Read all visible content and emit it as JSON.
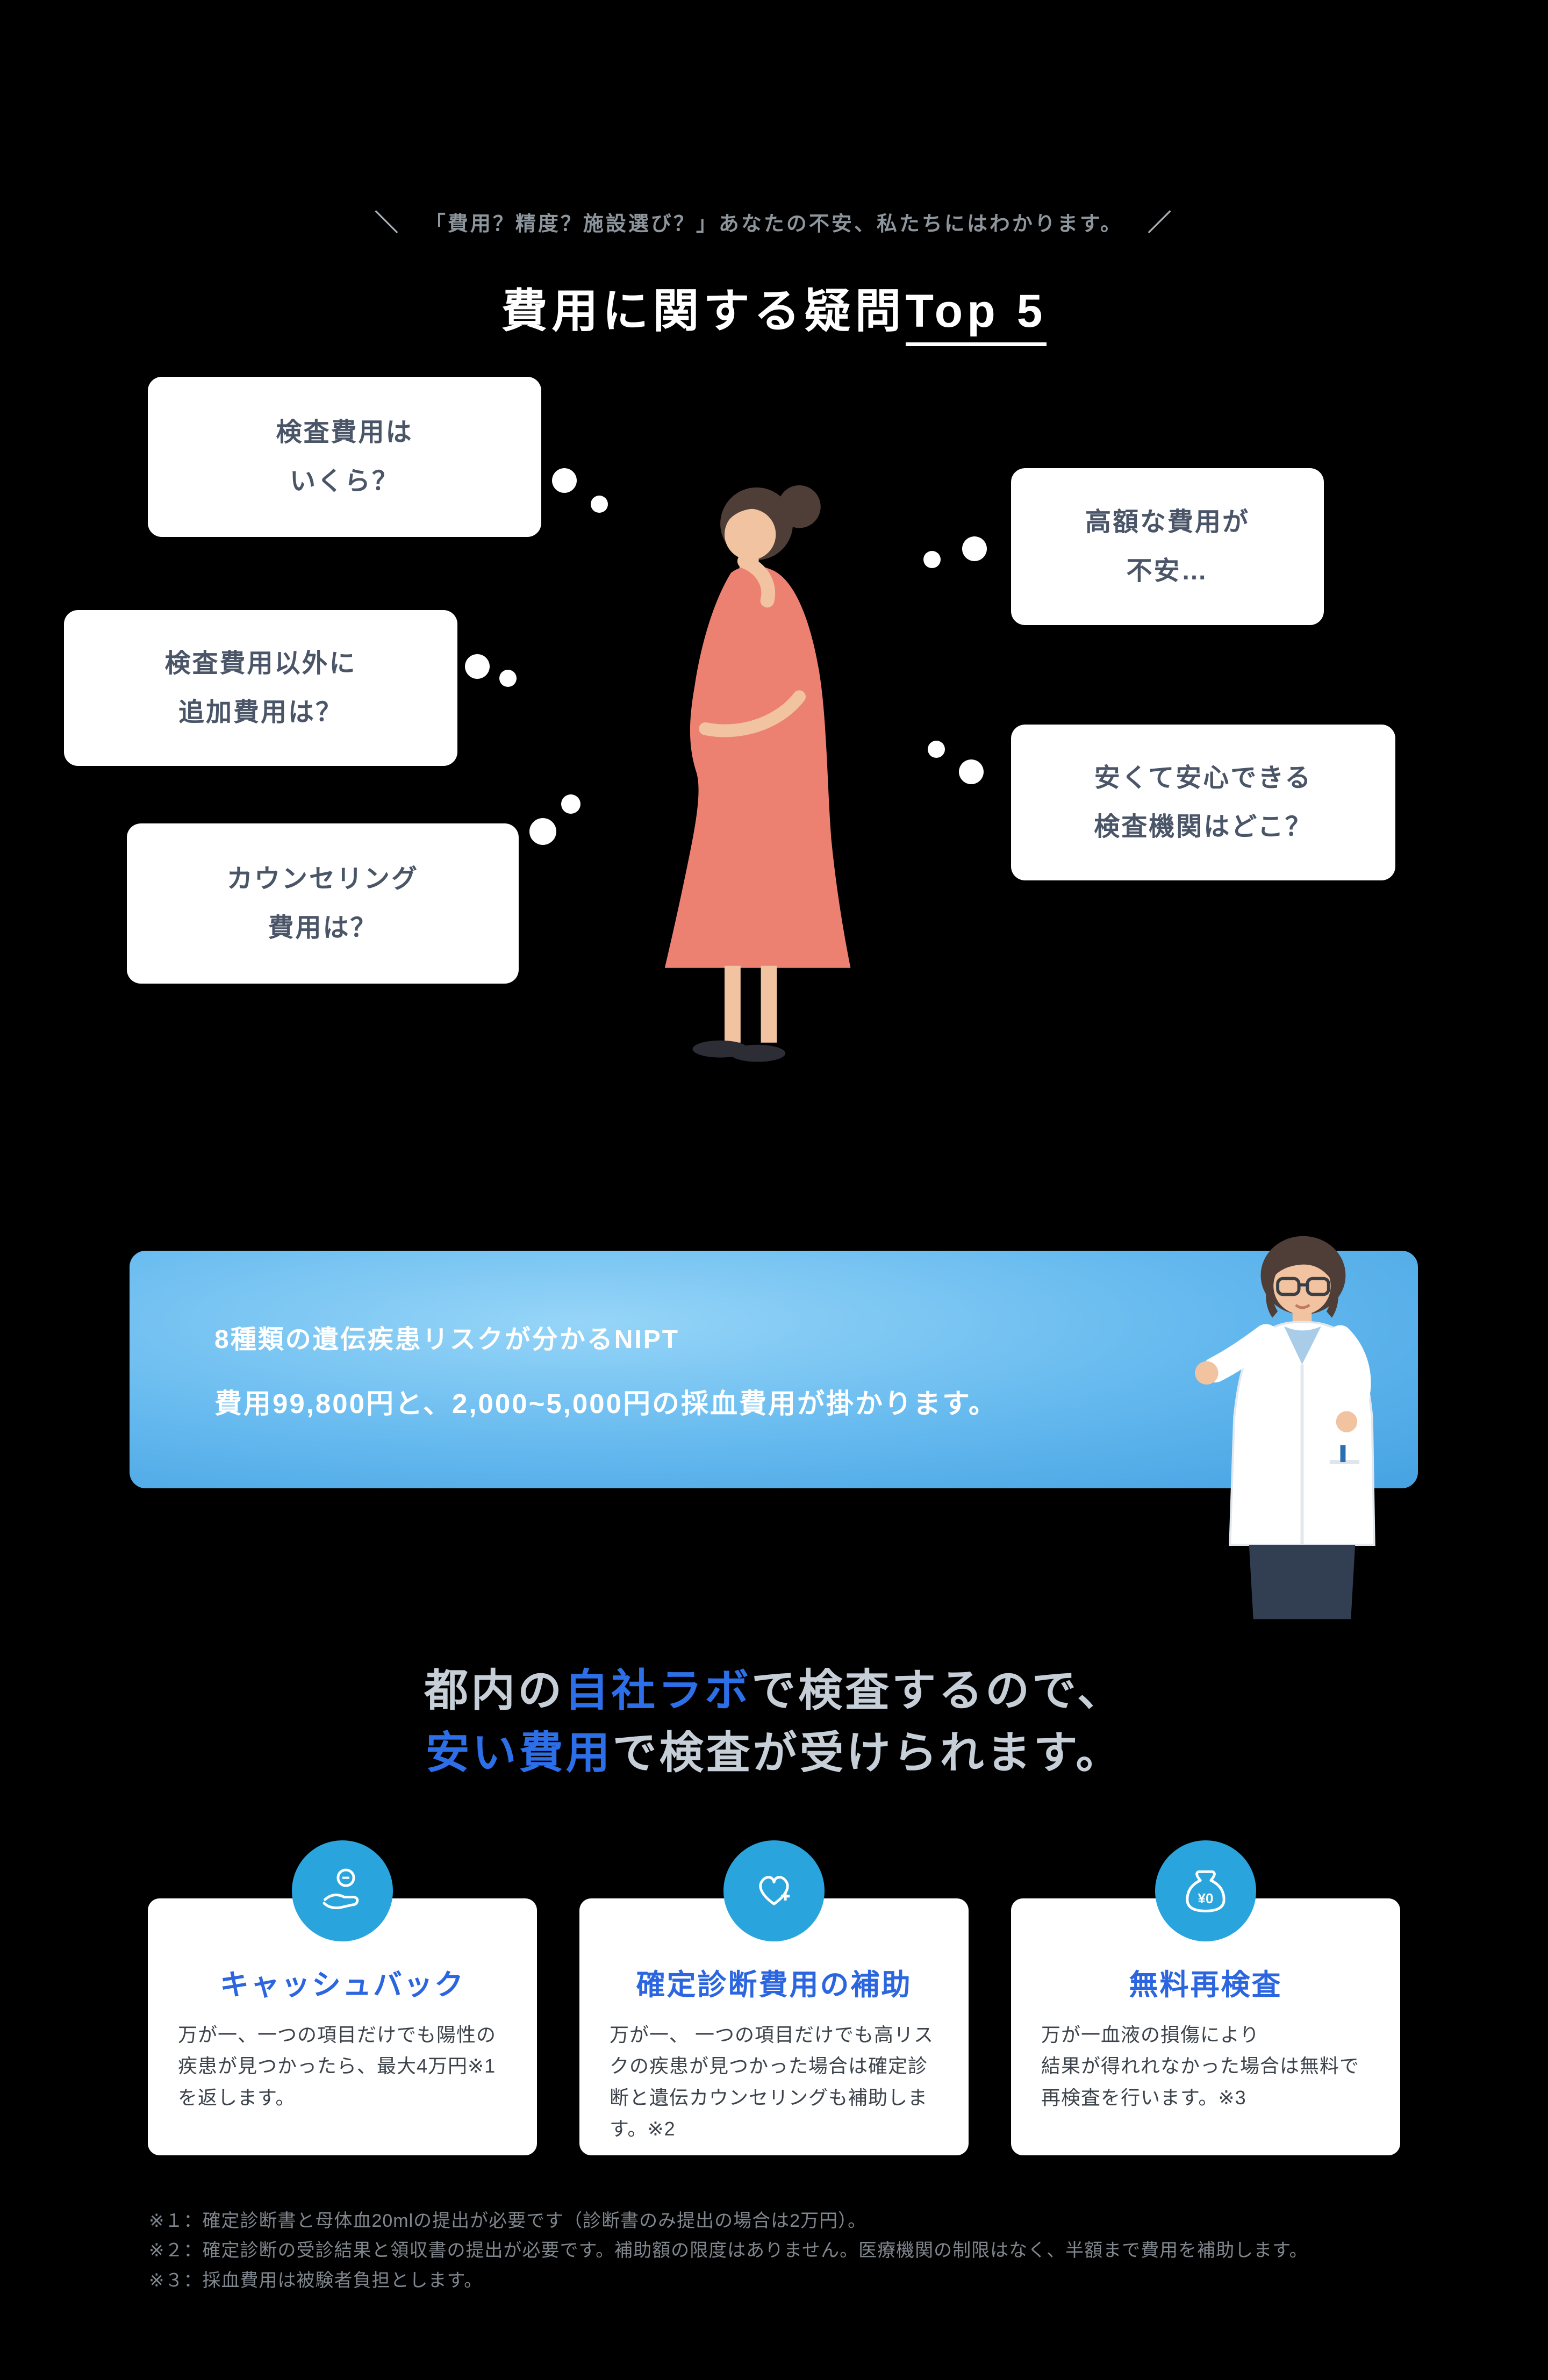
{
  "colors": {
    "background": "#000000",
    "accent_blue": "#2c6fe8",
    "icon_circle_blue": "#29a4dc",
    "banner_gradient_top": "#96d5f8",
    "banner_gradient_bottom": "#46a2e2",
    "bubble_text": "#4a5568",
    "dress_coral": "#ec8172"
  },
  "header": {
    "slash_left": "＼",
    "slash_right": "／",
    "tagline": "「費用？精度？施設選び？」あなたの不安、私たちにはわかります。",
    "title_main": "費用に関する疑問",
    "title_underlined": "Top 5"
  },
  "bubbles": {
    "left": [
      {
        "line1": "検査費用は",
        "line2": "いくら？"
      },
      {
        "line1": "検査費用以外に",
        "line2": "追加費用は？"
      },
      {
        "line1": "カウンセリング",
        "line2": "費用は？"
      }
    ],
    "right": [
      {
        "line1": "高額な費用が",
        "line2": "不安…"
      },
      {
        "line1": "安くて安心できる",
        "line2": "検査機関はどこ？"
      }
    ]
  },
  "banner": {
    "line1": "8種類の遺伝疾患リスクが分かるNIPT",
    "line2": "費用99,800円と、2,000~5,000円の採血費用が掛かります。"
  },
  "lab_message": {
    "line1_pre": "都内の",
    "line1_highlight": "自社ラボ",
    "line1_post": "で検査するので、",
    "line2_highlight": "安い費用",
    "line2_post": "で検査が受けられます。"
  },
  "cards": [
    {
      "icon": "hand-coin-icon",
      "title": "キャッシュバック",
      "body": "万が一、一つの項目だけでも陽性の疾患が見つかったら、最大4万円※1を返します。"
    },
    {
      "icon": "heart-plus-icon",
      "title": "確定診断費用の補助",
      "body": "万が一、 一つの項目だけでも高リスクの疾患が見つかった場合は確定診断と遺伝カウンセリングも補助します。※2"
    },
    {
      "icon": "money-bag-icon",
      "icon_text": "¥0",
      "title": "無料再検査",
      "body": "万が一血液の損傷により\n結果が得れれなかった場合は無料で再検査を行います。※3"
    }
  ],
  "footnotes": [
    "※１：確定診断書と母体血20mlの提出が必要です（診断書のみ提出の場合は2万円）。",
    "※２：確定診断の受診結果と領収書の提出が必要です。補助額の限度はありません。医療機関の制限はなく、半額まで費用を補助します。",
    "※３：採血費用は被験者負担とします。"
  ]
}
